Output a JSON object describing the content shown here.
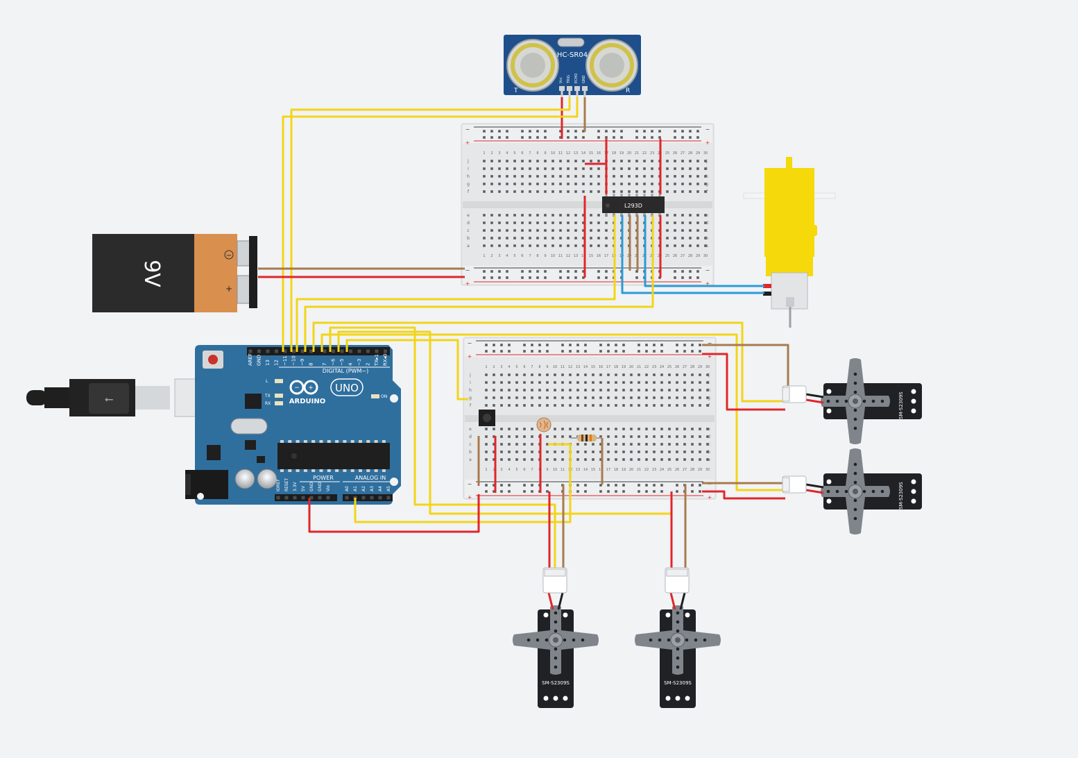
{
  "components": {
    "sensor": {
      "name": "HC-SR04",
      "pins": [
        "Vcc",
        "TRIG",
        "ECHO",
        "GND"
      ],
      "left_mark": "T",
      "right_mark": "R"
    },
    "battery": {
      "label": "9V",
      "minus": "−",
      "plus": "+"
    },
    "driver_ic": {
      "label": "L293D"
    },
    "arduino": {
      "brand": "ARDUINO",
      "model": "UNO",
      "digital_header": "DIGITAL (PWM~)",
      "digital_pins": [
        "AREF",
        "GND",
        "13",
        "12",
        "~11",
        "~10",
        "~9",
        "8",
        "7",
        "~6",
        "~5",
        "4",
        "~3",
        "2",
        "TX▸1",
        "RX◂0"
      ],
      "power_header": "POWER",
      "analog_header": "ANALOG IN",
      "power_pins": [
        "IOREF",
        "RESET",
        "3.3V",
        "5V",
        "GND",
        "GND",
        "Vin"
      ],
      "analog_pins": [
        "A0",
        "A1",
        "A2",
        "A3",
        "A4",
        "A5"
      ],
      "leds": [
        "L",
        "TX",
        "RX"
      ],
      "on_label": "ON"
    },
    "servo_label": "SM-S2309S",
    "breadboard": {
      "columns": [
        "1",
        "2",
        "3",
        "4",
        "5",
        "6",
        "7",
        "8",
        "9",
        "10",
        "11",
        "12",
        "13",
        "14",
        "15",
        "16",
        "17",
        "18",
        "19",
        "20",
        "21",
        "22",
        "23",
        "24",
        "25",
        "26",
        "27",
        "28",
        "29",
        "30"
      ],
      "rows_top": [
        "j",
        "i",
        "h",
        "g",
        "f"
      ],
      "rows_bottom": [
        "e",
        "d",
        "c",
        "b",
        "a"
      ],
      "minus": "−",
      "plus": "+"
    }
  },
  "colors": {
    "background": "#f1f3f5",
    "wire_yellow": "#f2d518",
    "wire_red": "#e0262a",
    "wire_brown": "#a87a4e",
    "wire_blue": "#2a9bd6",
    "arduino_blue": "#2f6f9e",
    "sensor_blue": "#1e4f8a",
    "motor_yellow": "#f5d90a",
    "battery_orange": "#d98f4e"
  }
}
